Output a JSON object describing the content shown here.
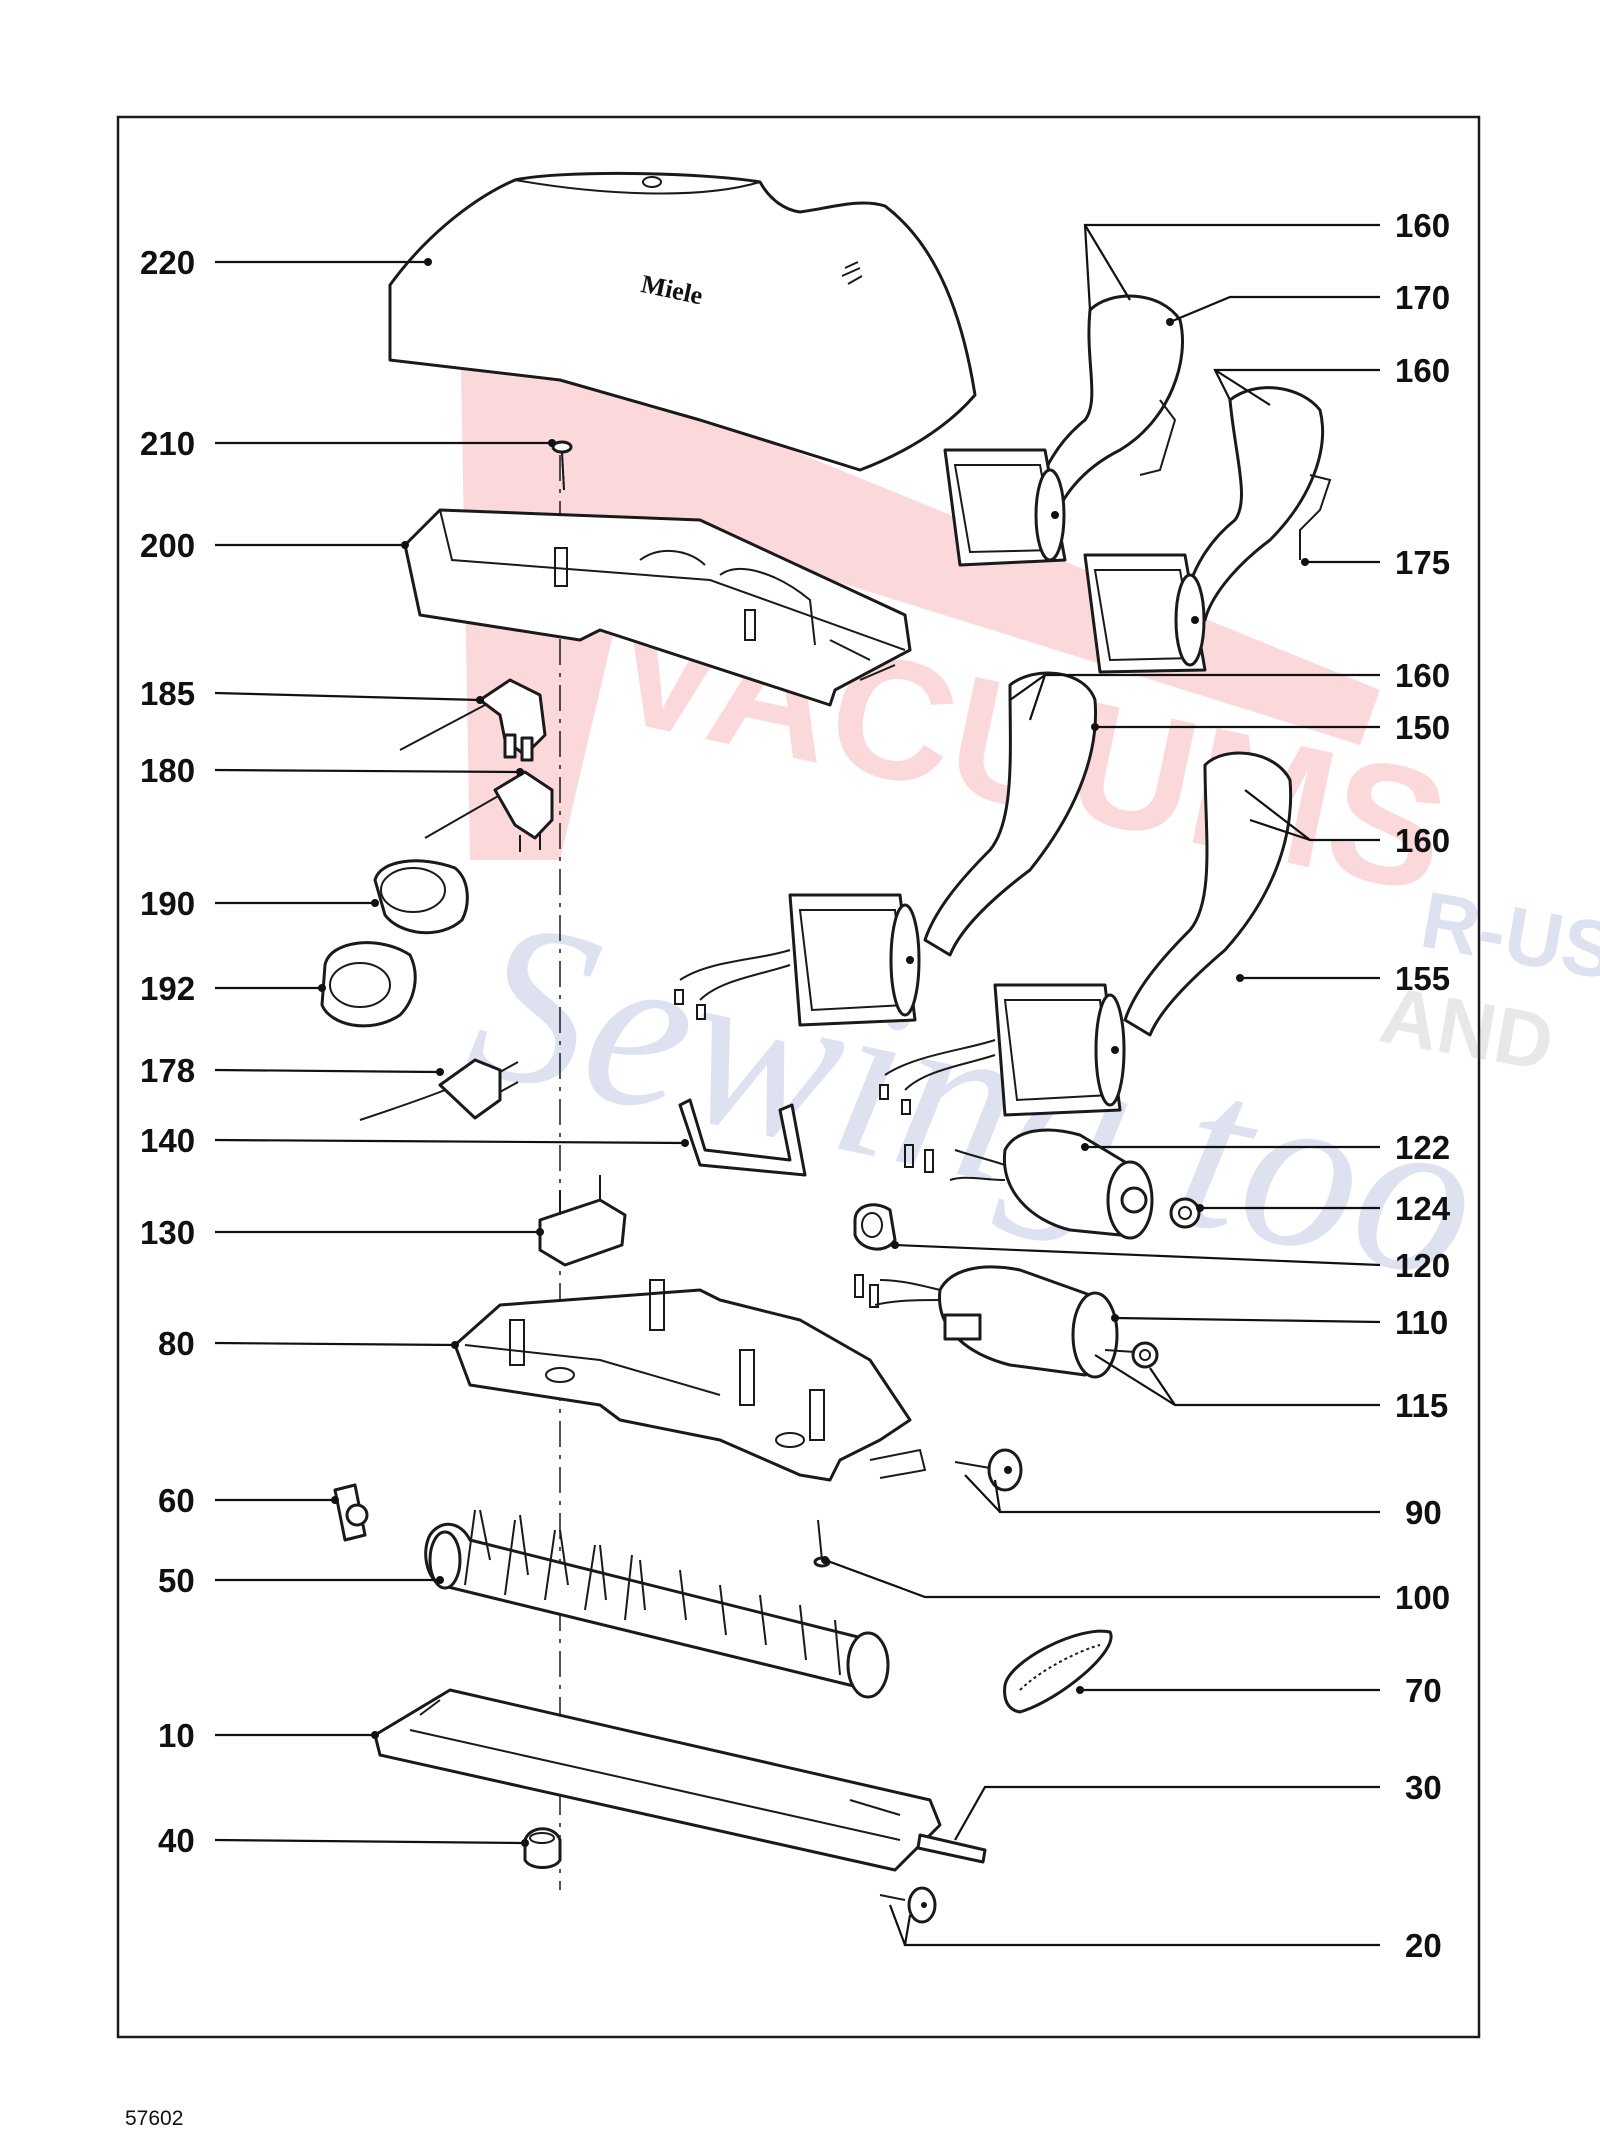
{
  "brand_logo": "Miele",
  "watermark": {
    "line1": "VACUUMS",
    "line2": "Sewing too",
    "badge_top": "R-US",
    "badge_bottom": "AND"
  },
  "document_number": "57602",
  "colors": {
    "line": "#1a1a1a",
    "watermark_red": "#e8202a",
    "watermark_blue": "#3a4fa8",
    "watermark_gray": "#7a7a7a"
  },
  "left_callouts": [
    {
      "label": "220"
    },
    {
      "label": "210"
    },
    {
      "label": "200"
    },
    {
      "label": "185"
    },
    {
      "label": "180"
    },
    {
      "label": "190"
    },
    {
      "label": "192"
    },
    {
      "label": "178"
    },
    {
      "label": "140"
    },
    {
      "label": "130"
    },
    {
      "label": "80"
    },
    {
      "label": "60"
    },
    {
      "label": "50"
    },
    {
      "label": "10"
    },
    {
      "label": "40"
    }
  ],
  "right_callouts": [
    {
      "label": "160"
    },
    {
      "label": "170"
    },
    {
      "label": "160"
    },
    {
      "label": "175"
    },
    {
      "label": "160"
    },
    {
      "label": "150"
    },
    {
      "label": "160"
    },
    {
      "label": "155"
    },
    {
      "label": "122"
    },
    {
      "label": "124"
    },
    {
      "label": "120"
    },
    {
      "label": "110"
    },
    {
      "label": "115"
    },
    {
      "label": "90"
    },
    {
      "label": "100"
    },
    {
      "label": "70"
    },
    {
      "label": "30"
    },
    {
      "label": "20"
    }
  ]
}
